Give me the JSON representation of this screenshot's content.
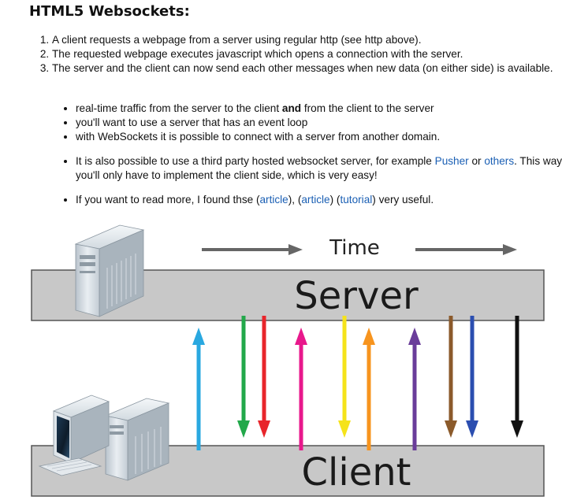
{
  "heading": "HTML5 Websockets:",
  "steps": [
    "A client requests a webpage from a server using regular http (see http above).",
    "The requested webpage executes javascript which opens a connection with the server.",
    "The server and the client can now send each other messages when new data (on either side) is available."
  ],
  "bullets": {
    "item1_pre": "real-time traffic from the server to the client ",
    "item1_bold": "and",
    "item1_post": " from the client to the server",
    "item2": "you'll want to use a server that has an event loop",
    "item3": "with WebSockets it is possible to connect with a server from another domain."
  },
  "third_party": {
    "pre": "It is also possible to use a third party hosted websocket server, for example ",
    "link1": "Pusher",
    "mid": " or ",
    "link2": "others",
    "post": ". This way you'll only have to implement the client side, which is very easy!"
  },
  "read_more": {
    "pre": "If you want to read more, I found thse (",
    "link1": "article",
    "sep1": "), (",
    "link2": "article",
    "sep2": ") (",
    "link3": "tutorial",
    "post": ") very useful."
  },
  "diagram": {
    "time_label": "Time",
    "server_label": "Server",
    "client_label": "Client",
    "arrows": [
      {
        "direction": "up",
        "color": "#29a8e0"
      },
      {
        "direction": "down",
        "color": "#22a84a"
      },
      {
        "direction": "down",
        "color": "#e8252b"
      },
      {
        "direction": "up",
        "color": "#e8188c"
      },
      {
        "direction": "down",
        "color": "#f5e31a"
      },
      {
        "direction": "up",
        "color": "#f7941e"
      },
      {
        "direction": "up",
        "color": "#6a3d9a"
      },
      {
        "direction": "down",
        "color": "#8b5a2b"
      },
      {
        "direction": "down",
        "color": "#2b4eb0"
      },
      {
        "direction": "down",
        "color": "#111111"
      }
    ],
    "colors": {
      "band": "#c8c8c8",
      "band_border": "#555555",
      "time_arrow": "#666666"
    }
  }
}
